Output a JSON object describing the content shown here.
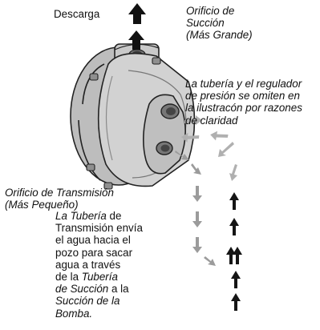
{
  "labels": {
    "descarga": "Descarga",
    "orificio_succion": [
      "Orificio de",
      "Succión",
      "(Más Grande)"
    ],
    "nota_tuberia": [
      "La tubería y el regulador",
      "de presión se omiten en",
      "la ilustracón por razones",
      "de claridad"
    ],
    "orificio_transmision": [
      "Orificio de Transmisión",
      "(Más Pequeño)"
    ],
    "descripcion": {
      "l1_italic": "La Tubería",
      "l1_rest": " de",
      "l2": "Transmisión envía",
      "l3": "el agua hacia el",
      "l4": "pozo para sacar",
      "l5": "agua a través",
      "l6_start": "de la ",
      "l6_italic": "Tubería",
      "l7_italic": "de Succión",
      "l7_rest": " a la",
      "l8_italic": "Succión de la",
      "l9_italic": "Bomba."
    }
  },
  "colors": {
    "ink": "#111111",
    "pump_light": "#d2d2d2",
    "pump_mid": "#a9a9a9",
    "pump_dark": "#6e6e6e",
    "arrow_gray": "#9b9b9b",
    "arrow_black": "#151515"
  },
  "icons": {
    "discharge": "arrow-up-icon",
    "suction_return": "arrow-up-icon",
    "drive_flow": "arrow-down-icon"
  }
}
